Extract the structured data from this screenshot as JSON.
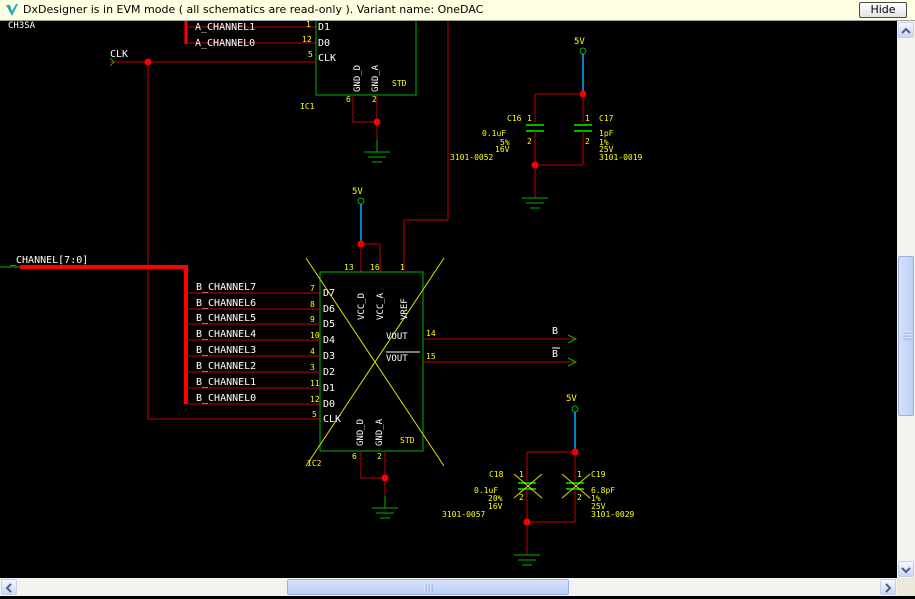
{
  "infobar": {
    "message": "DxDesigner is in EVM mode ( all schematics are read-only ). Variant name: OneDAC",
    "hide_label": "Hide"
  },
  "schematic": {
    "top_partial_label": "CH3SA",
    "nets": {
      "a_channel1": "A_CHANNEL1",
      "a_channel0": "A_CHANNEL0",
      "clk": "CLK",
      "bus": "_CHANNEL[7:0]",
      "b_channel7": "B_CHANNEL7",
      "b_channel6": "B_CHANNEL6",
      "b_channel5": "B_CHANNEL5",
      "b_channel4": "B_CHANNEL4",
      "b_channel3": "B_CHANNEL3",
      "b_channel2": "B_CHANNEL2",
      "b_channel1": "B_CHANNEL1",
      "b_channel0": "B_CHANNEL0",
      "vout_out": "B",
      "vout_bar_out": "B"
    },
    "ic1": {
      "refdes": "IC1",
      "std": "STD",
      "pins": {
        "d1": "D1",
        "d0": "D0",
        "clk": "CLK",
        "gnd_d": "GND_D",
        "gnd_a": "GND_A"
      },
      "pin_numbers": {
        "d1": "1",
        "d0": "12",
        "clk": "5",
        "gnd_d": "6",
        "gnd_a": "2"
      }
    },
    "ic2": {
      "refdes": "IC2",
      "std": "STD",
      "top_pins": {
        "vcc_d": "VCC_D",
        "vcc_a": "VCC_A",
        "vref": "VREF"
      },
      "top_pin_numbers": {
        "vcc_d": "13",
        "vcc_a": "16",
        "vref": "1"
      },
      "left_pins": [
        "D7",
        "D6",
        "D5",
        "D4",
        "D3",
        "D2",
        "D1",
        "D0",
        "CLK"
      ],
      "left_pin_numbers": [
        "7",
        "8",
        "9",
        "10",
        "4",
        "3",
        "11",
        "12",
        "5"
      ],
      "right_pins": {
        "vout": "VOUT",
        "vout_bar": "VOUT"
      },
      "right_pin_numbers": {
        "vout": "14",
        "vout_bar": "15"
      },
      "bottom_pins": {
        "gnd_d": "GND_D",
        "gnd_a": "GND_A"
      },
      "bottom_pin_numbers": {
        "gnd_d": "6",
        "gnd_a": "2"
      }
    },
    "power": {
      "p5v_top": "5V",
      "p5v_mid": "5V",
      "p5v_bottom": "5V"
    },
    "capacitors": {
      "c16": {
        "ref": "C16",
        "pin1": "1",
        "pin2": "2",
        "lines": [
          "0.1uF",
          "5%",
          "16V",
          "3101-0052"
        ]
      },
      "c17": {
        "ref": "C17",
        "pin1": "1",
        "pin2": "2",
        "lines": [
          "1pF",
          "1%",
          "25V",
          "3101-0019"
        ]
      },
      "c18": {
        "ref": "C18",
        "pin1": "1",
        "pin2": "2",
        "lines": [
          "0.1uF",
          "20%",
          "16V",
          "3101-0057"
        ]
      },
      "c19": {
        "ref": "C19",
        "pin1": "1",
        "pin2": "2",
        "lines": [
          "6.8pF",
          "1%",
          "25V",
          "3101-0029"
        ]
      }
    },
    "colors": {
      "background": "#000000",
      "wire": "#c00000",
      "bus": "#ff0000",
      "part": "#00b400",
      "text": "#ffffff",
      "pin_number": "#ffff00",
      "junction": "#ff0000",
      "x_mark": "#e0e000"
    }
  },
  "scrollbars": {
    "vertical_position": 0.55,
    "horizontal_position": 0.45
  }
}
